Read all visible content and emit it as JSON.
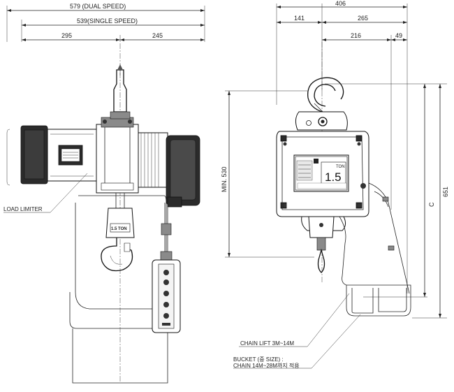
{
  "left_view": {
    "dim_overall_dual": "579 (DUAL SPEED)",
    "dim_overall_single": "539(SINGLE SPEED)",
    "dim_left": "295",
    "dim_right": "245",
    "load_limiter_label": "LOAD LIMITER",
    "tag_label": "1.5 TON"
  },
  "right_view": {
    "dim_width": "406",
    "dim_141": "141",
    "dim_265": "265",
    "dim_216": "216",
    "dim_49": "49",
    "dim_min530": "MIN. 530",
    "dim_651": "651",
    "dim_c": "C",
    "nameplate_ton_label": "TON",
    "nameplate_capacity": "1.5",
    "chain_lift_label": "CHAIN LIFT 3M~14M",
    "bucket_label_1": "BUCKET (중 SIZE) :",
    "bucket_label_2": "CHAIN 14M~28M까지 적용"
  }
}
